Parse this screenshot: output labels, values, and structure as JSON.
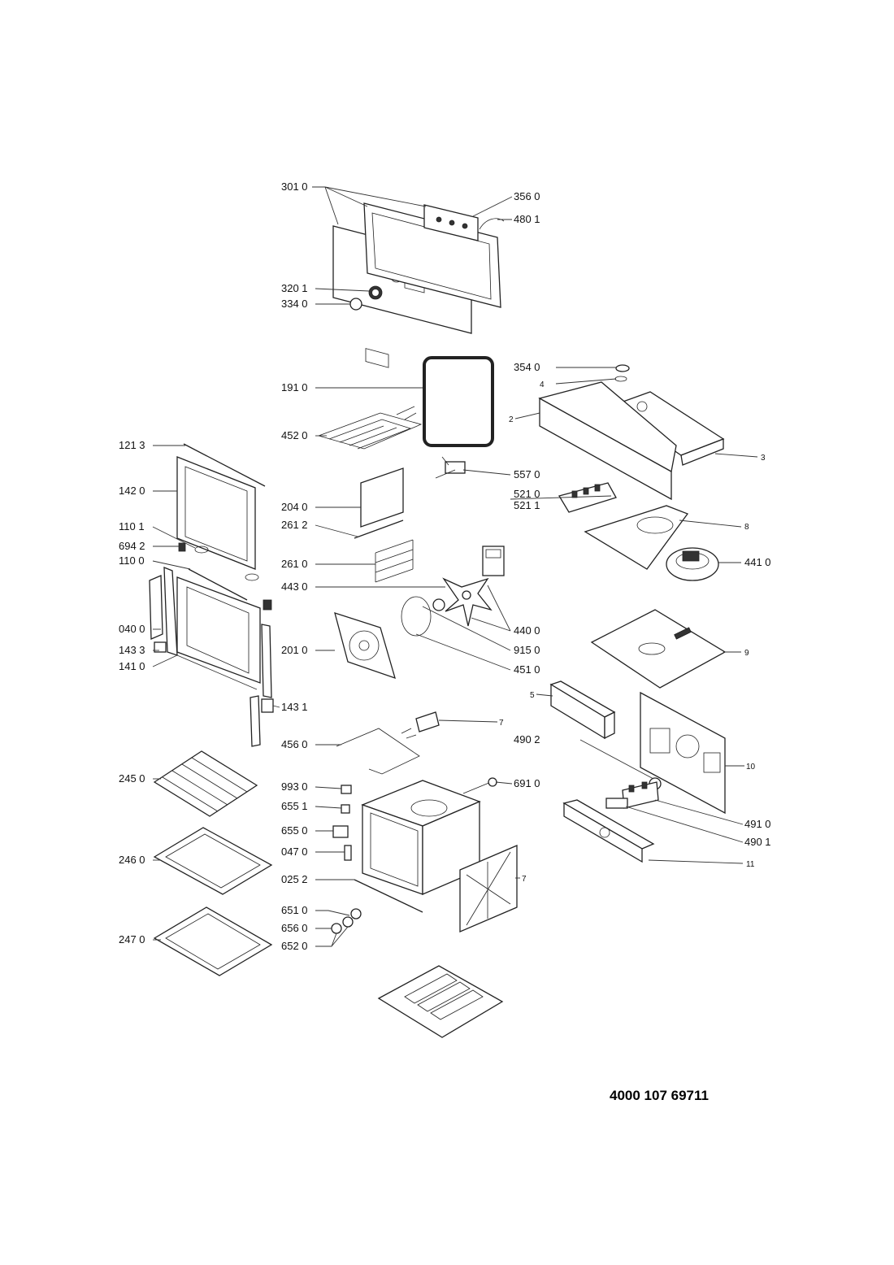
{
  "model_number": "4000 107 69711",
  "callouts": [
    {
      "id": "c-301-0",
      "text": "301 0"
    },
    {
      "id": "c-356-0",
      "text": "356 0"
    },
    {
      "id": "c-480-1",
      "text": "480 1"
    },
    {
      "id": "c-320-1",
      "text": "320 1"
    },
    {
      "id": "c-334-0",
      "text": "334 0"
    },
    {
      "id": "c-354-0",
      "text": "354 0"
    },
    {
      "id": "c-4",
      "text": "4"
    },
    {
      "id": "c-191-0",
      "text": "191 0"
    },
    {
      "id": "c-2",
      "text": "2"
    },
    {
      "id": "c-3",
      "text": "3"
    },
    {
      "id": "c-452-0",
      "text": "452 0"
    },
    {
      "id": "c-121-3",
      "text": "121 3"
    },
    {
      "id": "c-557-0",
      "text": "557 0"
    },
    {
      "id": "c-142-0",
      "text": "142 0"
    },
    {
      "id": "c-521-0",
      "text": "521 0"
    },
    {
      "id": "c-521-1",
      "text": "521 1"
    },
    {
      "id": "c-204-0",
      "text": "204 0"
    },
    {
      "id": "c-261-2",
      "text": "261 2"
    },
    {
      "id": "c-8",
      "text": "8"
    },
    {
      "id": "c-110-1",
      "text": "110 1"
    },
    {
      "id": "c-694-2",
      "text": "694 2"
    },
    {
      "id": "c-261-0",
      "text": "261 0"
    },
    {
      "id": "c-441-0",
      "text": "441 0"
    },
    {
      "id": "c-110-0",
      "text": "110 0"
    },
    {
      "id": "c-443-0",
      "text": "443 0"
    },
    {
      "id": "c-040-0",
      "text": "040 0"
    },
    {
      "id": "c-440-0",
      "text": "440 0"
    },
    {
      "id": "c-143-3",
      "text": "143 3"
    },
    {
      "id": "c-201-0",
      "text": "201 0"
    },
    {
      "id": "c-915-0",
      "text": "915 0"
    },
    {
      "id": "c-9",
      "text": "9"
    },
    {
      "id": "c-141-0",
      "text": "141 0"
    },
    {
      "id": "c-451-0",
      "text": "451 0"
    },
    {
      "id": "c-5",
      "text": "5"
    },
    {
      "id": "c-143-1",
      "text": "143 1"
    },
    {
      "id": "c-7a",
      "text": "7"
    },
    {
      "id": "c-456-0",
      "text": "456 0"
    },
    {
      "id": "c-490-2",
      "text": "490 2"
    },
    {
      "id": "c-10",
      "text": "10"
    },
    {
      "id": "c-245-0",
      "text": "245 0"
    },
    {
      "id": "c-993-0",
      "text": "993 0"
    },
    {
      "id": "c-691-0",
      "text": "691 0"
    },
    {
      "id": "c-655-1",
      "text": "655 1"
    },
    {
      "id": "c-491-0",
      "text": "491 0"
    },
    {
      "id": "c-655-0",
      "text": "655 0"
    },
    {
      "id": "c-490-1",
      "text": "490 1"
    },
    {
      "id": "c-047-0",
      "text": "047 0"
    },
    {
      "id": "c-246-0",
      "text": "246 0"
    },
    {
      "id": "c-11",
      "text": "11"
    },
    {
      "id": "c-025-2",
      "text": "025 2"
    },
    {
      "id": "c-7b",
      "text": "7"
    },
    {
      "id": "c-651-0",
      "text": "651 0"
    },
    {
      "id": "c-656-0",
      "text": "656 0"
    },
    {
      "id": "c-247-0",
      "text": "247 0"
    },
    {
      "id": "c-652-0",
      "text": "652 0"
    }
  ]
}
